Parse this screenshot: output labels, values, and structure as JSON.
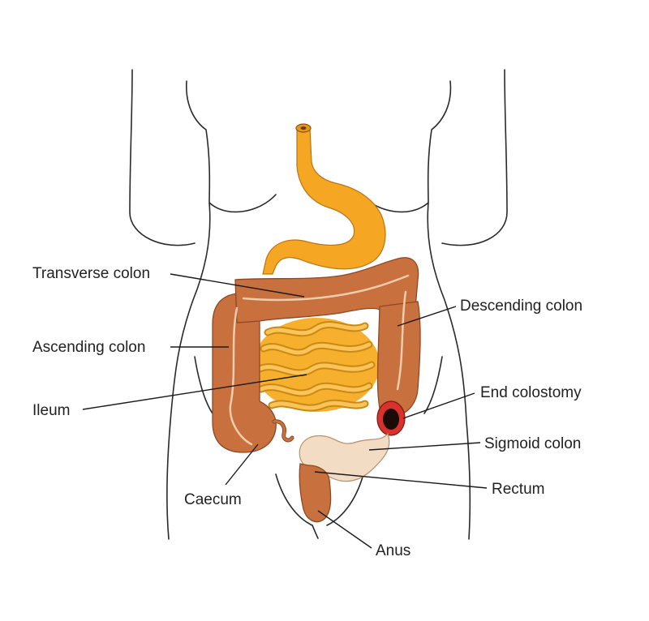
{
  "labels": {
    "transverse_colon": "Transverse colon",
    "ascending_colon": "Ascending colon",
    "ileum": "Ileum",
    "caecum": "Caecum",
    "descending_colon": "Descending colon",
    "end_colostomy": "End colostomy",
    "sigmoid_colon": "Sigmoid colon",
    "rectum": "Rectum",
    "anus": "Anus"
  },
  "colors": {
    "stomach": "#f5a623",
    "small_intestine": "#f7b02e",
    "colon": "#c8703e",
    "colon_highlight": "#f3d6b8",
    "sigmoid": "#f2dcc4",
    "rectum": "#c8703e",
    "stoma": "#d9312b",
    "outline": "#2a2a2a"
  }
}
